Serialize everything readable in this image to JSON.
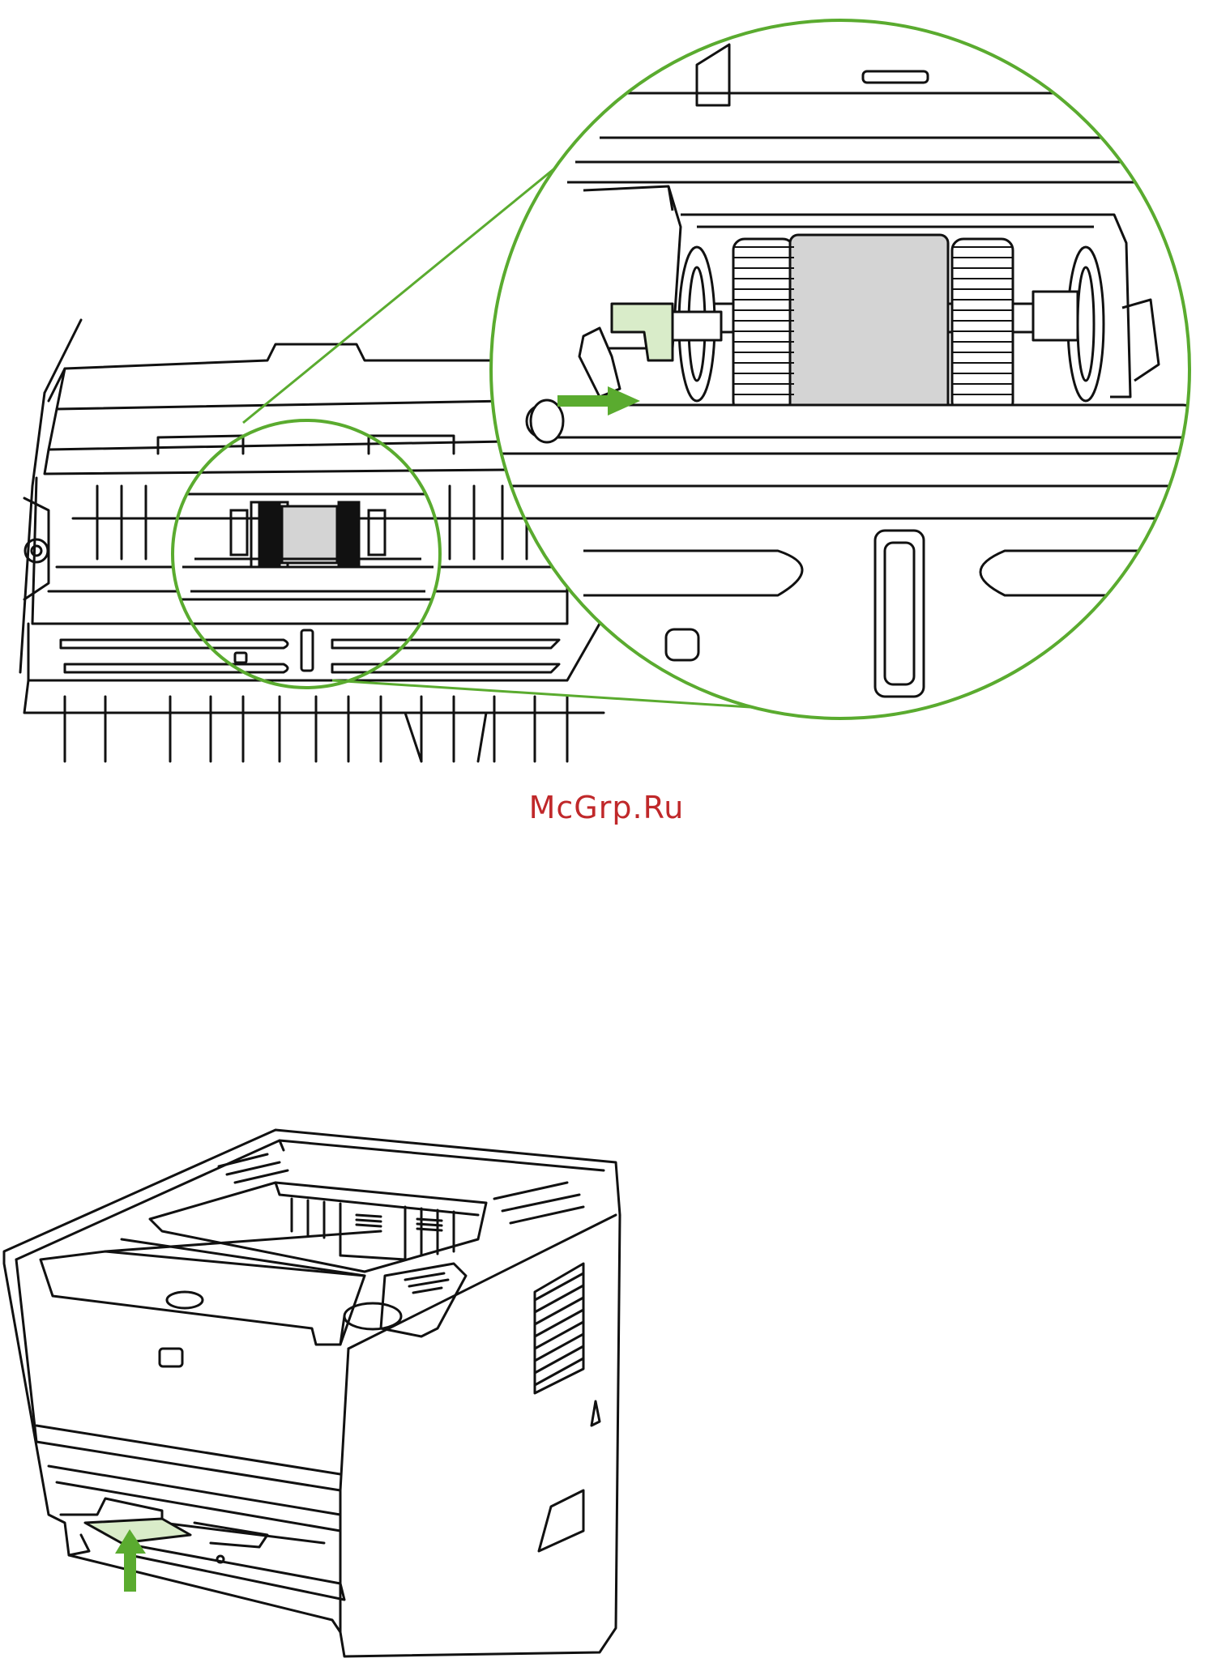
{
  "watermark": {
    "text": "McGrp.Ru",
    "color": "#c0282a"
  },
  "colors": {
    "line": "#111111",
    "accent_green": "#5aab2f",
    "light_green_fill": "#d9ecc9",
    "roller_gray": "#d4d4d4"
  },
  "figures": {
    "top": {
      "icon": "pickup-roller-detail-illustration",
      "callout": "zoom-magnifier-circle",
      "arrow_direction": "right"
    },
    "bottom": {
      "icon": "printer-illustration",
      "arrow_direction": "up"
    }
  }
}
